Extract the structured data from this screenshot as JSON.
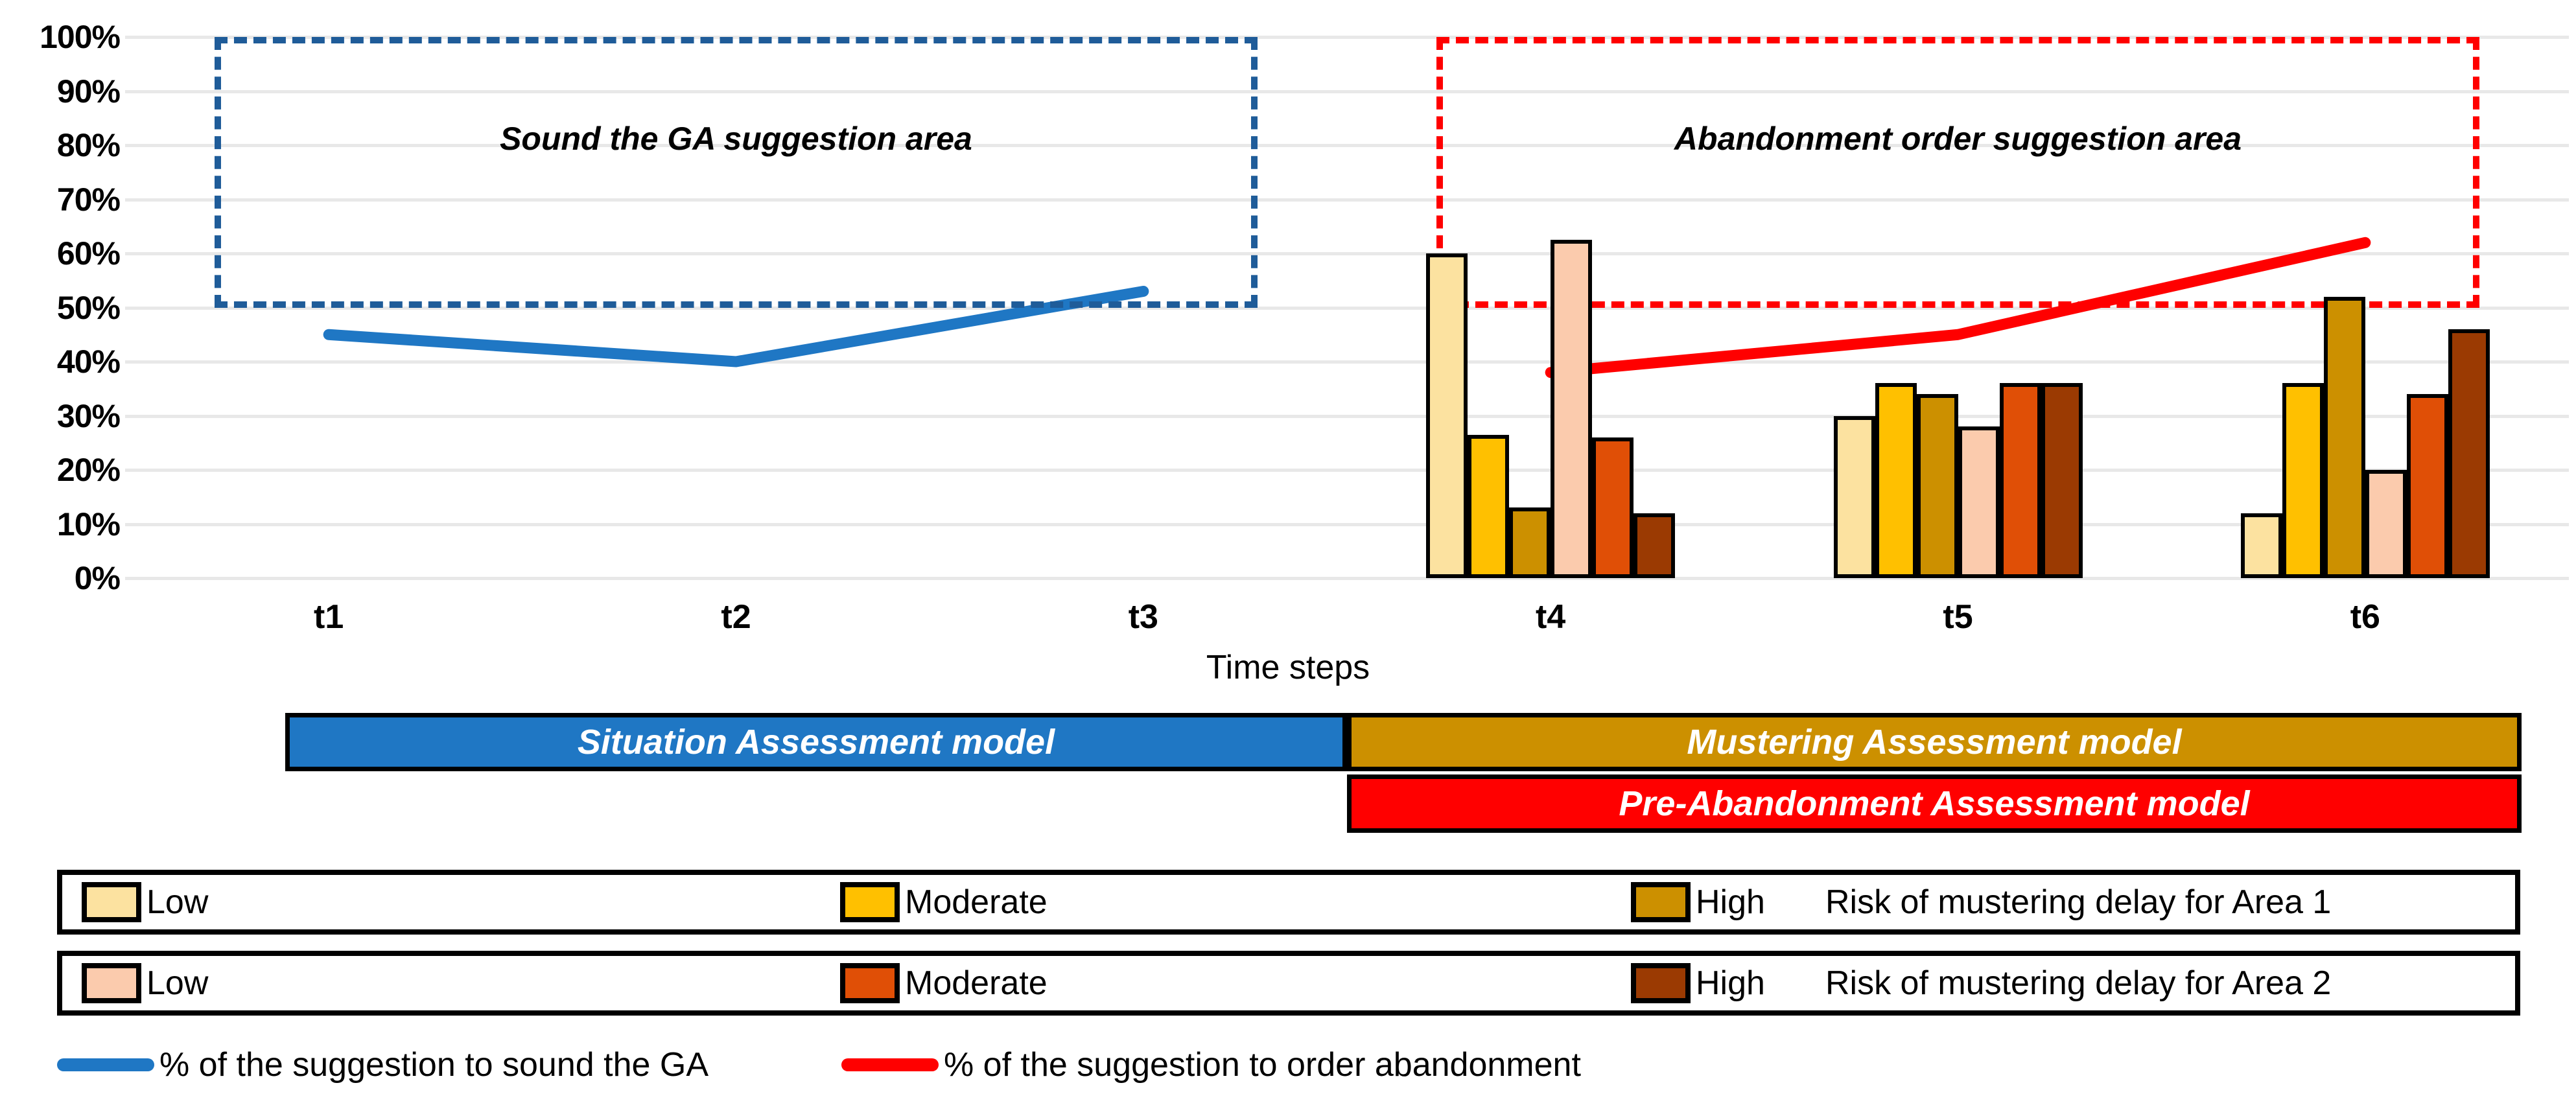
{
  "chart_data": {
    "type": "bar",
    "title": "",
    "xlabel": "Time steps",
    "ylabel": "",
    "ylim": [
      0,
      100
    ],
    "grid": true,
    "categories": [
      "t1",
      "t2",
      "t3",
      "t4",
      "t5",
      "t6"
    ],
    "ytick_labels": [
      "100%",
      "90%",
      "80%",
      "70%",
      "60%",
      "50%",
      "40%",
      "30%",
      "20%",
      "10%",
      "0%"
    ],
    "ytick_values": [
      100,
      90,
      80,
      70,
      60,
      50,
      40,
      30,
      20,
      10,
      0
    ],
    "series": [
      {
        "name": "Low",
        "group": "Risk of mustering delay for Area 1",
        "color": "#FCE2A0",
        "values": [
          null,
          null,
          null,
          60,
          30,
          12
        ]
      },
      {
        "name": "Moderate",
        "group": "Risk of mustering delay for Area 1",
        "color": "#FFC000",
        "values": [
          null,
          null,
          null,
          26.5,
          36,
          36
        ]
      },
      {
        "name": "High",
        "group": "Risk of mustering delay for Area 1",
        "color": "#CC9000",
        "values": [
          null,
          null,
          null,
          13,
          34,
          52
        ]
      },
      {
        "name": "Low",
        "group": "Risk of mustering delay for Area 2",
        "color": "#FBCBAD",
        "values": [
          null,
          null,
          null,
          62.5,
          28,
          20
        ]
      },
      {
        "name": "Moderate",
        "group": "Risk of mustering delay for Area 2",
        "color": "#E04F06",
        "values": [
          null,
          null,
          null,
          26,
          36,
          34
        ]
      },
      {
        "name": "High",
        "group": "Risk of mustering delay for Area 2",
        "color": "#9B3A02",
        "values": [
          null,
          null,
          null,
          12,
          36,
          46
        ]
      }
    ],
    "lines": [
      {
        "name": "% of the suggestion to sound the GA",
        "color": "#1F77C4",
        "x": [
          "t1",
          "t2",
          "t3"
        ],
        "values": [
          45,
          40,
          53
        ]
      },
      {
        "name": "% of the suggestion to order abandonment",
        "color": "#FF0000",
        "x": [
          "t4",
          "t5",
          "t6"
        ],
        "values": [
          38,
          45,
          62
        ]
      }
    ],
    "annotations": [
      {
        "text": "Sound the GA suggestion area",
        "color": "#1F5C99",
        "x_range": [
          "t1-start",
          "t3-end"
        ],
        "y_range": [
          50,
          100
        ]
      },
      {
        "text": "Abandonment order suggestion  area",
        "color": "#FF0000",
        "x_range": [
          "t4-start",
          "t6-end"
        ],
        "y_range": [
          50,
          100
        ]
      }
    ]
  },
  "annotations": {
    "blue_box_label": "Sound the GA suggestion area",
    "red_box_label": "Abandonment order suggestion  area",
    "blue_box_color": "#1F5C99",
    "red_box_color": "#FF0000"
  },
  "axis": {
    "x_title": "Time steps",
    "ticks": [
      "t1",
      "t2",
      "t3",
      "t4",
      "t5",
      "t6"
    ],
    "y_labels": [
      "100%",
      "90%",
      "80%",
      "70%",
      "60%",
      "50%",
      "40%",
      "30%",
      "20%",
      "10%",
      "0%"
    ]
  },
  "model_bars": [
    {
      "label": "Situation Assessment model",
      "color": "#1F77C4"
    },
    {
      "label": "Mustering Assessment model",
      "color": "#CC9000"
    },
    {
      "label": "Pre-Abandonment Assessment model",
      "color": "#FF0000"
    }
  ],
  "legend_area1": {
    "caption": "Risk of mustering delay for Area 1",
    "items": [
      {
        "label": "Low",
        "color": "#FCE2A0"
      },
      {
        "label": "Moderate",
        "color": "#FFC000"
      },
      {
        "label": "High",
        "color": "#CC9000"
      }
    ]
  },
  "legend_area2": {
    "caption": "Risk of mustering delay for Area 2",
    "items": [
      {
        "label": "Low",
        "color": "#FBCBAD"
      },
      {
        "label": "Moderate",
        "color": "#E04F06"
      },
      {
        "label": "High",
        "color": "#9B3A02"
      }
    ]
  },
  "legend_lines": [
    {
      "label": "% of the suggestion to sound the GA",
      "color": "#1F77C4"
    },
    {
      "label": "% of the suggestion to order abandonment",
      "color": "#FF0000"
    }
  ]
}
